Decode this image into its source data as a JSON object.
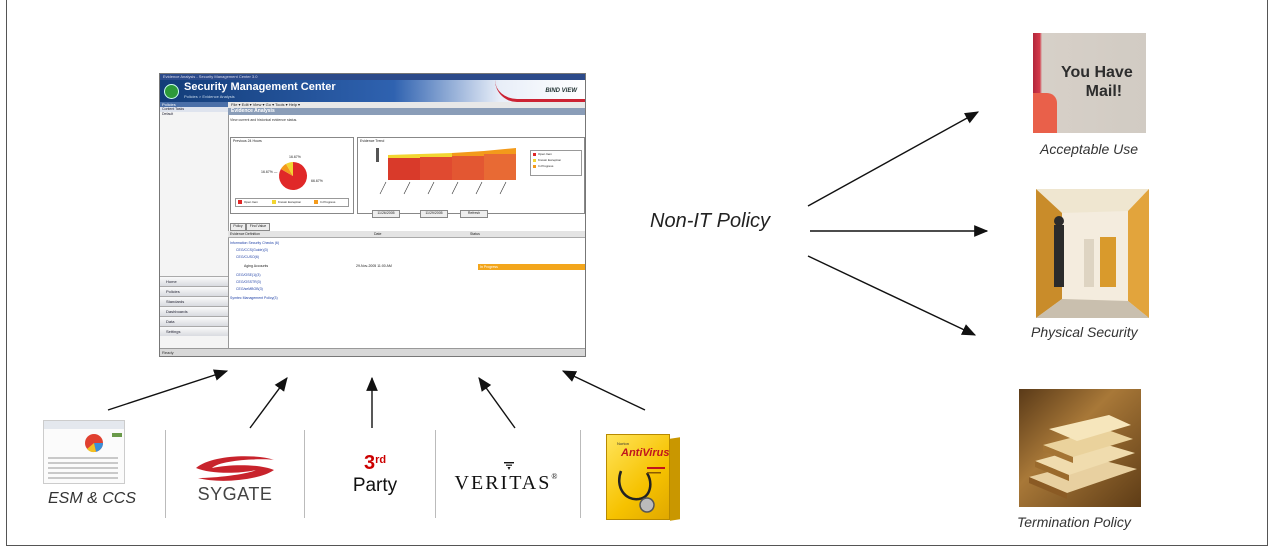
{
  "screenshot": {
    "window_title": "Evidence Analysis - Security Management Center 3.0",
    "app_title": "Security Management Center",
    "breadcrumb": "Policies > Evidence Analysis",
    "brand": "BIND VIEW",
    "menu": "File ▾  Edit ▾  View ▾  Go ▾  Tools ▾  Help ▾",
    "section_title": "Evidence Analysis",
    "section_desc": "View current and historical evidence status.",
    "left_header": "Policies",
    "left_subheader": "Content Tasks",
    "left_item": "Default",
    "nav_items": [
      "Home",
      "Policies",
      "Standards",
      "Dashboards",
      "Data",
      "Settings"
    ],
    "pie_panel_title": "Previous 24 Hours",
    "pie_labels": [
      "16.67%",
      "16.67% —",
      "66.67%"
    ],
    "pie_legend": [
      "Open Item",
      "Known Exception",
      "In Progress"
    ],
    "trend_panel_title": "Evidence Trend",
    "trend_legend": [
      "Open Item",
      "Known Exception",
      "In Progress"
    ],
    "date_from": "11/26/2005",
    "date_to": "11/29/2005",
    "refresh_label": "Refresh",
    "tab_policy": "Policy",
    "tab_find": "Find Value",
    "col_definition": "Evidence Definition",
    "col_date": "Date",
    "col_status": "Status",
    "tree": [
      "Information Security Checks (6)",
      "CEG/CCS(Guide)(3)",
      "CEG/CUSO(6)",
      "Aging Accounts",
      "CEG/OSE(1)(3)",
      "CEG/OSSTR(3)",
      "CEG/seMBOB(3)",
      "Symtec Management Policy(3)"
    ],
    "row_date": "29-Nov-2005 11:00 AM",
    "row_status": "In Progress",
    "status_bar": "Ready"
  },
  "sources": {
    "esm_caption": "ESM & CCS",
    "sygate": "SYGATE",
    "third_num": "3",
    "third_sup": "rd",
    "third_party": "Party",
    "veritas": "VERITAS",
    "veritas_reg": "®",
    "antivirus_title": "AntiVirus",
    "antivirus_brand": "Norton"
  },
  "policy_label": "Non-IT Policy",
  "outcomes": {
    "mail_text_line1": "You Have",
    "mail_text_line2": "Mail!",
    "acceptable_use": "Acceptable Use",
    "physical_security": "Physical Security",
    "termination_policy": "Termination Policy"
  },
  "colors": {
    "pie_red": "#e02828",
    "pie_yellow": "#f2d531",
    "pie_orange": "#f39a1b",
    "smc_blue": "#2c4a8a",
    "third_red": "#c00000"
  }
}
